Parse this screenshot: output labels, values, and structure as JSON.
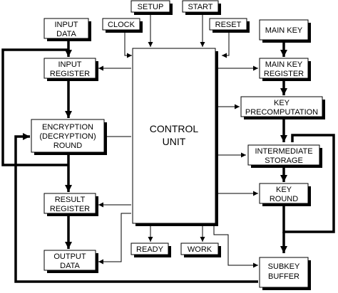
{
  "blocks": {
    "setup": "SETUP",
    "start": "START",
    "clock": "CLOCK",
    "reset": "RESET",
    "main_key": "MAIN KEY",
    "input_data": [
      "INPUT",
      "DATA"
    ],
    "input_register": [
      "INPUT",
      "REGISTER"
    ],
    "main_key_register": [
      "MAIN KEY",
      "REGISTER"
    ],
    "key_precomputation": [
      "KEY",
      "PRECOMPUTATION"
    ],
    "round": [
      "ENCRYPTION",
      "(DECRYPTION)",
      "ROUND"
    ],
    "control_unit": [
      "CONTROL",
      "UNIT"
    ],
    "intermediate_storage": [
      "INTERMEDIATE",
      "STORAGE"
    ],
    "key_round": [
      "KEY",
      "ROUND"
    ],
    "result_register": [
      "RESULT",
      "REGISTER"
    ],
    "output_data": [
      "OUTPUT",
      "DATA"
    ],
    "ready": "READY",
    "work": "WORK",
    "subkey_buffer": [
      "SUBKEY",
      "BUFFER"
    ]
  }
}
